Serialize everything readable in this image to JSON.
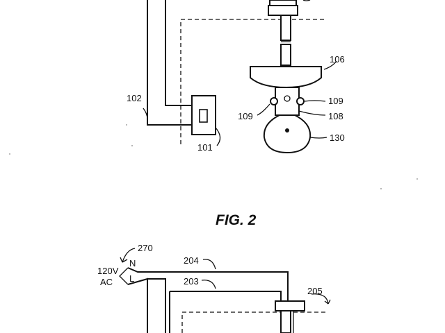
{
  "fig1": {
    "labels": {
      "wire": "102",
      "switch": "101",
      "housing": "106",
      "screw_left": "109",
      "screw_right": "109",
      "socket": "108",
      "bulb": "130"
    }
  },
  "fig2": {
    "title": "FIG. 2",
    "labels": {
      "source": "270",
      "voltage": "120V",
      "ac": "AC",
      "neutral": "N",
      "line": "L",
      "neutral_wire": "204",
      "line_wire": "203",
      "fixture": "205"
    }
  }
}
